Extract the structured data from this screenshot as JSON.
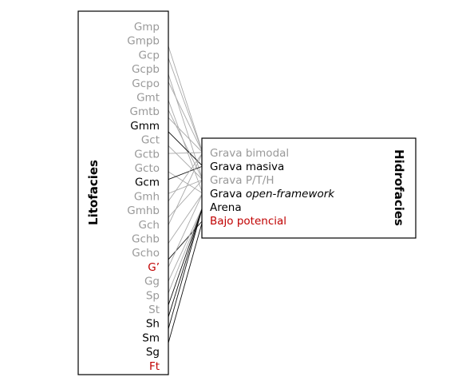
{
  "diagram": {
    "left_title": "Litofacies",
    "right_title": "Hidrofacies",
    "colors": {
      "black": "#000000",
      "gray": "#999999",
      "red": "#c00000",
      "link_gray": "#aaaaaa",
      "link_black": "#111111"
    },
    "litofacies": [
      {
        "label": "Gmp",
        "color": "gray"
      },
      {
        "label": "Gmpb",
        "color": "gray"
      },
      {
        "label": "Gcp",
        "color": "gray"
      },
      {
        "label": "Gcpb",
        "color": "gray"
      },
      {
        "label": "Gcpo",
        "color": "gray"
      },
      {
        "label": "Gmt",
        "color": "gray"
      },
      {
        "label": "Gmtb",
        "color": "gray"
      },
      {
        "label": "Gmm",
        "color": "black"
      },
      {
        "label": "Gct",
        "color": "gray"
      },
      {
        "label": "Gctb",
        "color": "gray"
      },
      {
        "label": "Gcto",
        "color": "gray"
      },
      {
        "label": "Gcm",
        "color": "black"
      },
      {
        "label": "Gmh",
        "color": "gray"
      },
      {
        "label": "Gmhb",
        "color": "gray"
      },
      {
        "label": "Gch",
        "color": "gray"
      },
      {
        "label": "Gchb",
        "color": "gray"
      },
      {
        "label": "Gcho",
        "color": "gray"
      },
      {
        "label": "G’",
        "color": "red"
      },
      {
        "label": "Gg",
        "color": "gray"
      },
      {
        "label": "Sp",
        "color": "gray"
      },
      {
        "label": "St",
        "color": "gray"
      },
      {
        "label": "Sh",
        "color": "black"
      },
      {
        "label": "Sm",
        "color": "black"
      },
      {
        "label": "Sg",
        "color": "black"
      },
      {
        "label": "Ft",
        "color": "red"
      }
    ],
    "hidrofacies": [
      {
        "parts": [
          {
            "text": "Grava bimodal",
            "italic": false
          }
        ],
        "color": "gray"
      },
      {
        "parts": [
          {
            "text": "Grava masiva",
            "italic": false
          }
        ],
        "color": "black"
      },
      {
        "parts": [
          {
            "text": "Grava P/T/H",
            "italic": false
          }
        ],
        "color": "gray"
      },
      {
        "parts": [
          {
            "text": "Grava ",
            "italic": false
          },
          {
            "text": "open-framework",
            "italic": true
          }
        ],
        "color": "black"
      },
      {
        "parts": [
          {
            "text": "Arena",
            "italic": false
          }
        ],
        "color": "black"
      },
      {
        "parts": [
          {
            "text": "Bajo potencial",
            "italic": false
          }
        ],
        "color": "red"
      }
    ],
    "links": [
      {
        "from": 0,
        "to": 0,
        "color": "link_gray"
      },
      {
        "from": 1,
        "to": 0,
        "color": "link_gray"
      },
      {
        "from": 2,
        "to": 2,
        "color": "link_gray"
      },
      {
        "from": 3,
        "to": 0,
        "color": "link_gray"
      },
      {
        "from": 4,
        "to": 3,
        "color": "link_gray"
      },
      {
        "from": 5,
        "to": 2,
        "color": "link_gray"
      },
      {
        "from": 6,
        "to": 0,
        "color": "link_gray"
      },
      {
        "from": 7,
        "to": 1,
        "color": "link_black"
      },
      {
        "from": 8,
        "to": 2,
        "color": "link_gray"
      },
      {
        "from": 9,
        "to": 0,
        "color": "link_gray"
      },
      {
        "from": 10,
        "to": 3,
        "color": "link_gray"
      },
      {
        "from": 11,
        "to": 1,
        "color": "link_black"
      },
      {
        "from": 12,
        "to": 2,
        "color": "link_gray"
      },
      {
        "from": 13,
        "to": 0,
        "color": "link_gray"
      },
      {
        "from": 14,
        "to": 2,
        "color": "link_gray"
      },
      {
        "from": 15,
        "to": 0,
        "color": "link_gray"
      },
      {
        "from": 16,
        "to": 3,
        "color": "link_gray"
      },
      {
        "from": 17,
        "to": 5,
        "color": "link_black"
      },
      {
        "from": 18,
        "to": 3,
        "color": "link_gray"
      },
      {
        "from": 19,
        "to": 4,
        "color": "link_gray"
      },
      {
        "from": 20,
        "to": 4,
        "color": "link_gray"
      },
      {
        "from": 21,
        "to": 4,
        "color": "link_black"
      },
      {
        "from": 22,
        "to": 4,
        "color": "link_black"
      },
      {
        "from": 23,
        "to": 4,
        "color": "link_black"
      },
      {
        "from": 24,
        "to": 5,
        "color": "link_black"
      }
    ]
  }
}
